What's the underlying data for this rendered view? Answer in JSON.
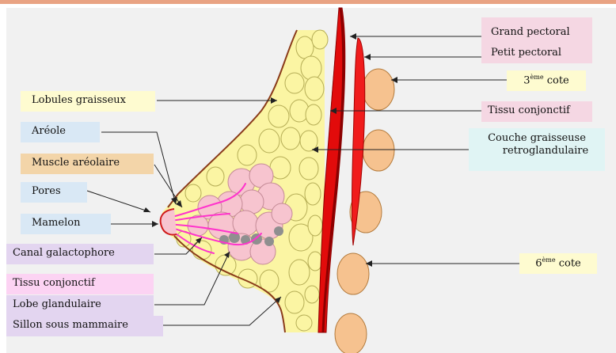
{
  "labels": {
    "grand_pectoral": "Grand pectoral",
    "petit_pectoral": "Petit pectoral",
    "third_rib_num": "3",
    "third_rib_sup": "ème",
    "third_rib_word": " cote",
    "tissu_conjonctif_right": "Tissu conjonctif",
    "couche_graisseuse_line1": "Couche graisseuse",
    "couche_graisseuse_line2": "retroglandulaire",
    "sixth_rib_num": "6",
    "sixth_rib_sup": "ème",
    "sixth_rib_word": " cote",
    "lobules_graisseux": "Lobules graisseux",
    "areole": "Aréole",
    "muscle_areolaire": "Muscle aréolaire",
    "pores": "Pores",
    "mamelon": "Mamelon",
    "canal_galactophore": "Canal galactophore",
    "tissu_conjonctif_left": "Tissu conjonctif",
    "lobe_glandulaire": "Lobe glandulaire",
    "sillon_sous_mammaire": "Sillon sous mammaire"
  },
  "colors": {
    "top_bar": "#e9a383",
    "panel_bg": "#f1f1f1",
    "fat_lobule": "#fbf5a3",
    "fat_outline": "#b5ad56",
    "gland": "#f7c4cf",
    "muscle_major": "#e20b0b",
    "muscle_major_edge": "#8b0000",
    "muscle_minor": "#f01c1c",
    "rib": "#f6c28f",
    "rib_outline": "#b37a3b",
    "skin_line": "#8a3b1a",
    "duct": "#ff33cc",
    "box_pink": "#f5d7e3",
    "box_yellow": "#fefbd0",
    "box_blue": "#d9e8f5",
    "box_tan": "#f3d5a9",
    "box_lavender": "#e3d5f0",
    "box_cyan": "#e0f4f4",
    "box_magenta": "#fcd3f3"
  }
}
